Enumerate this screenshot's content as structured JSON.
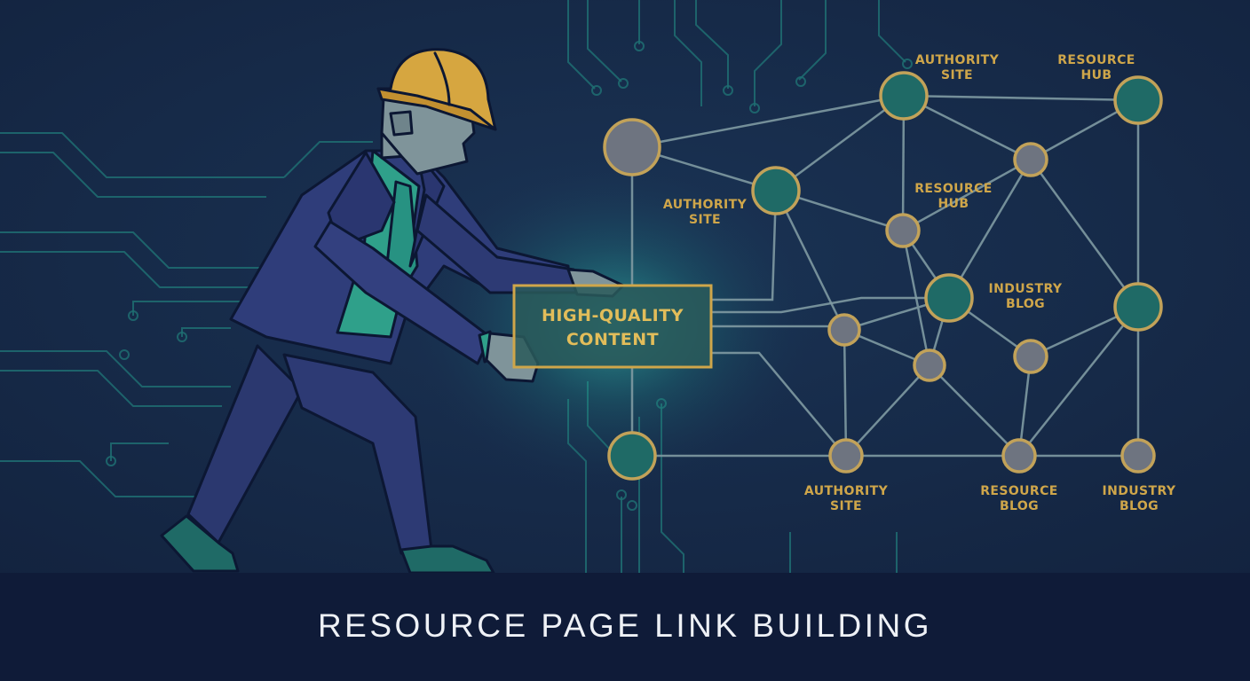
{
  "content_box": {
    "line1": "HIGH-QUALITY",
    "line2": "CONTENT"
  },
  "banner": {
    "title": "RESOURCE PAGE LINK BUILDING"
  },
  "labels": [
    {
      "line1": "AUTHORITY",
      "line2": "SITE"
    },
    {
      "line1": "RESOURCE",
      "line2": "HUB"
    },
    {
      "line1": "AUTHORITY",
      "line2": "SITE"
    },
    {
      "line1": "RESOURCE",
      "line2": "HUB"
    },
    {
      "line1": "INDUSTRY",
      "line2": "BLOG"
    },
    {
      "line1": "AUTHORITY",
      "line2": "SITE"
    },
    {
      "line1": "RESOURCE",
      "line2": "BLOG"
    },
    {
      "line1": "INDUSTRY",
      "line2": "BLOG"
    }
  ],
  "colors": {
    "background": "#16294a",
    "banner": "#0f1b38",
    "circuit": "#1f6e72",
    "network_line": "#7f9aa2",
    "node_gold": "#c2a259",
    "node_teal": "#1f6a66",
    "node_gray": "#6e7480",
    "helmet": "#d6a640",
    "suit": "#2d3a74",
    "shirt": "#2fa08a",
    "skin": "#7f949a",
    "text_gold": "#e2bd5a"
  }
}
